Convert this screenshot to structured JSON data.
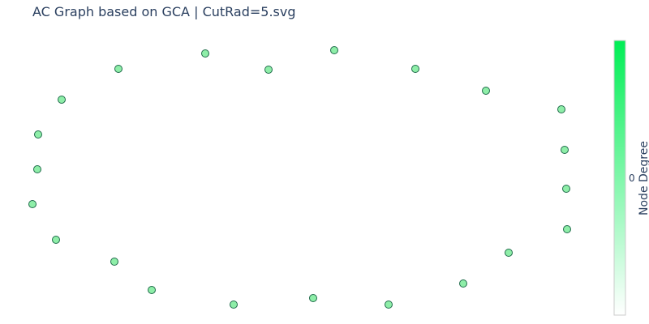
{
  "chart_data": {
    "type": "scatter",
    "title": "AC Graph based on GCA | CutRad=5.svg",
    "xlabel": "",
    "ylabel": "",
    "grid": false,
    "colorbar": {
      "label": "Node Degree",
      "ticks": [
        "0"
      ],
      "tick_values": [
        0
      ],
      "color_low": "#ffffff",
      "color_high": "#00ee55"
    },
    "node_fill": "#8eeea8",
    "node_outline": "#1f6b4a",
    "xlim": [
      0,
      800
    ],
    "ylim": [
      0,
      400
    ],
    "series": [
      {
        "x": [
          40,
          46,
          47,
          69,
          76,
          141,
          146,
          187,
          253,
          288,
          331,
          386,
          412,
          479,
          512,
          571,
          599,
          627,
          692,
          696,
          698,
          699
        ],
        "y": [
          252,
          209,
          166,
          296,
          123,
          323,
          85,
          358,
          66,
          376,
          86,
          368,
          62,
          376,
          85,
          350,
          112,
          312,
          135,
          185,
          233,
          283
        ],
        "degree": [
          0,
          0,
          0,
          0,
          0,
          0,
          0,
          0,
          0,
          0,
          0,
          0,
          0,
          0,
          0,
          0,
          0,
          0,
          0,
          0,
          0,
          0
        ]
      }
    ]
  }
}
